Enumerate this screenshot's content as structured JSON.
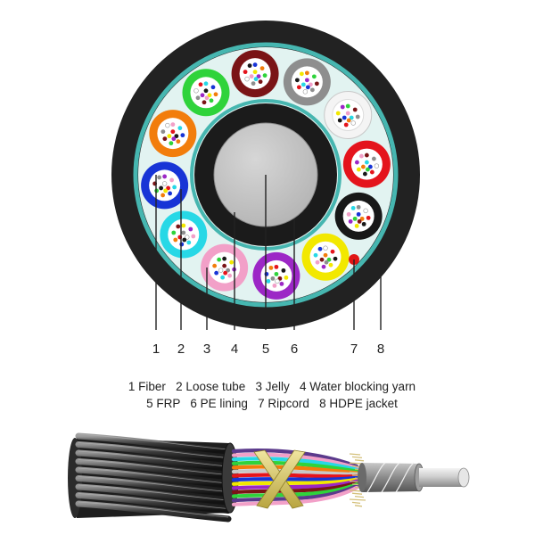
{
  "callout_numbers": [
    "1",
    "2",
    "3",
    "4",
    "5",
    "6",
    "7",
    "8"
  ],
  "legend": {
    "line1": "1 Fiber   2 Loose tube   3 Jelly   4 Water blocking yarn",
    "line2": "5 FRP   6 PE lining   7 Ripcord   8 HDPE jacket"
  },
  "colors": {
    "jacket": "#222222",
    "jelly_fill": "#e2f3f1",
    "water_blocking_yarn": "#46b6b0",
    "pe_lining": "#1b1b1b",
    "frp": "#c3c3c3",
    "ripcord": "#e01515"
  },
  "tube_colors": [
    {
      "name": "brown",
      "hex": "#7a1416"
    },
    {
      "name": "gray",
      "hex": "#8e8e8e"
    },
    {
      "name": "white",
      "hex": "#f4f4f4"
    },
    {
      "name": "red",
      "hex": "#e4141c"
    },
    {
      "name": "black",
      "hex": "#181818"
    },
    {
      "name": "yellow",
      "hex": "#f2e800"
    },
    {
      "name": "violet",
      "hex": "#9c27c6"
    },
    {
      "name": "rose",
      "hex": "#f2a0c8"
    },
    {
      "name": "aqua",
      "hex": "#27d8e6"
    },
    {
      "name": "blue",
      "hex": "#1734d6"
    },
    {
      "name": "orange",
      "hex": "#f27d0c"
    },
    {
      "name": "green",
      "hex": "#2fd33b"
    }
  ],
  "fiber_colors": [
    "#1734d6",
    "#f27d0c",
    "#2fd33b",
    "#7a1416",
    "#8e8e8e",
    "#ffffff",
    "#e4141c",
    "#181818",
    "#f2e800",
    "#9c27c6",
    "#f2a0c8",
    "#27d8e6"
  ]
}
